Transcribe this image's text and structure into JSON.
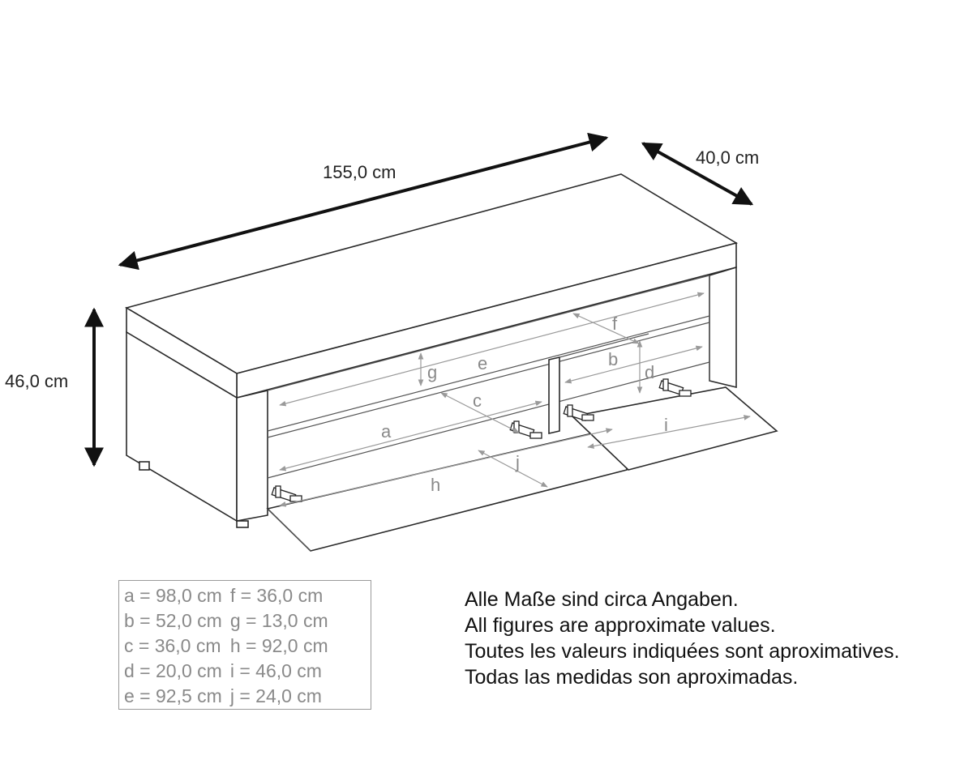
{
  "dimensions": {
    "width": "155,0 cm",
    "depth": "40,0 cm",
    "height": "46,0 cm"
  },
  "inner_labels": [
    "a",
    "b",
    "c",
    "d",
    "e",
    "f",
    "g",
    "h",
    "i",
    "j"
  ],
  "legend": {
    "rows": [
      {
        "left": "a = 98,0 cm",
        "right": "f  = 36,0 cm"
      },
      {
        "left": "b = 52,0 cm",
        "right": "g = 13,0 cm"
      },
      {
        "left": "c = 36,0 cm",
        "right": "h = 92,0 cm"
      },
      {
        "left": "d = 20,0 cm",
        "right": "i  = 46,0 cm"
      },
      {
        "left": "e = 92,5 cm",
        "right": "j  = 24,0 cm"
      }
    ]
  },
  "notes": [
    "Alle Maße sind circa Angaben.",
    "All figures are approximate values.",
    "Toutes les valeurs indiquées sont aproximatives.",
    "Todas las medidas son aproximadas."
  ]
}
